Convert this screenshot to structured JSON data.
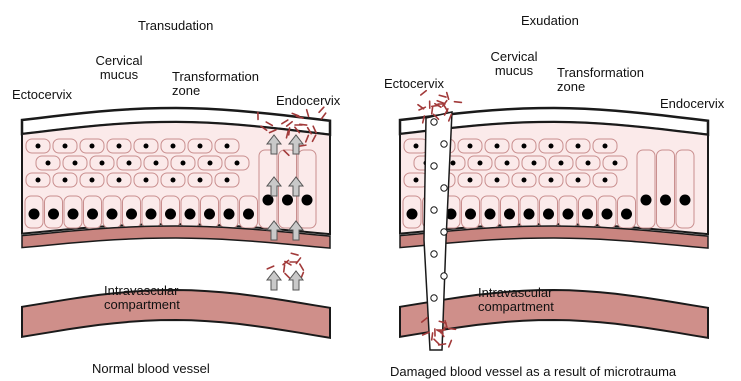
{
  "panels": [
    {
      "id": "left",
      "title": "Transudation",
      "labels": {
        "ectocervix": "Ectocervix",
        "cervical_mucus": "Cervical\nmucus",
        "transformation_zone": "Transformation\nzone",
        "endocervix": "Endocervix",
        "intravascular": "Intravascular\ncompartment"
      },
      "caption": "Normal blood vessel"
    },
    {
      "id": "right",
      "title": "Exudation",
      "labels": {
        "ectocervix": "Ectocervix",
        "cervical_mucus": "Cervical\nmucus",
        "transformation_zone": "Transformation\nzone",
        "endocervix": "Endocervix",
        "intravascular": "Intravascular\ncompartment"
      },
      "caption": "Damaged blood vessel as a result of microtrauma"
    }
  ],
  "colors": {
    "outline": "#1a1a1a",
    "cell_fill": "#fbeaea",
    "cell_line": "#c98f8f",
    "tissue_band": "#c98580",
    "vessel": "#cf8f8a",
    "fibrin": "#a23a3a",
    "arrow": "#c9c9c9",
    "nucleus": "#000000"
  }
}
